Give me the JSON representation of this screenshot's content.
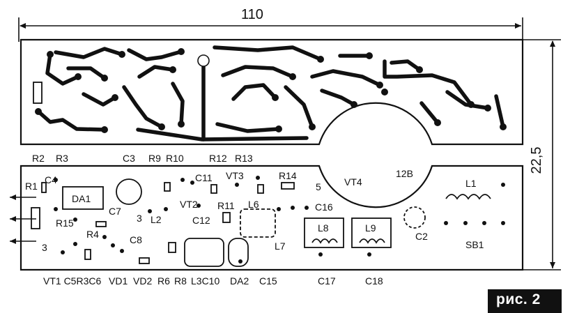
{
  "figure": {
    "caption": "рис. 2",
    "dim_width": "110",
    "dim_height": "22,5"
  },
  "labels": {
    "R2": "R2",
    "R3": "R3",
    "C3": "C3",
    "R9": "R9",
    "R10": "R10",
    "R12": "R12",
    "R13": "R13",
    "C4": "C4",
    "R1": "R1",
    "DA1": "DA1",
    "C11": "C11",
    "VT3": "VT3",
    "R14": "R14",
    "VT4": "VT4",
    "12B": "12B",
    "L1": "L1",
    "VT2": "VT2",
    "R11": "R11",
    "L6": "L6",
    "C16": "C16",
    "C7": "C7",
    "L2": "L2",
    "C12": "C12",
    "R15": "R15",
    "R4": "R4",
    "C8": "C8",
    "L7": "L7",
    "L8": "L8",
    "L9": "L9",
    "C2": "C2",
    "SB1": "SB1",
    "bottom_row1": "VT1 C5R3C6",
    "VD1": "VD1",
    "VD2": "VD2",
    "R6": "R6",
    "R8": "R8",
    "L3C10": "L3C10",
    "DA2": "DA2",
    "C15": "C15",
    "C17": "C17",
    "C18": "C18",
    "pin3_a": "3",
    "pin3_b": "3",
    "pin5": "5"
  }
}
